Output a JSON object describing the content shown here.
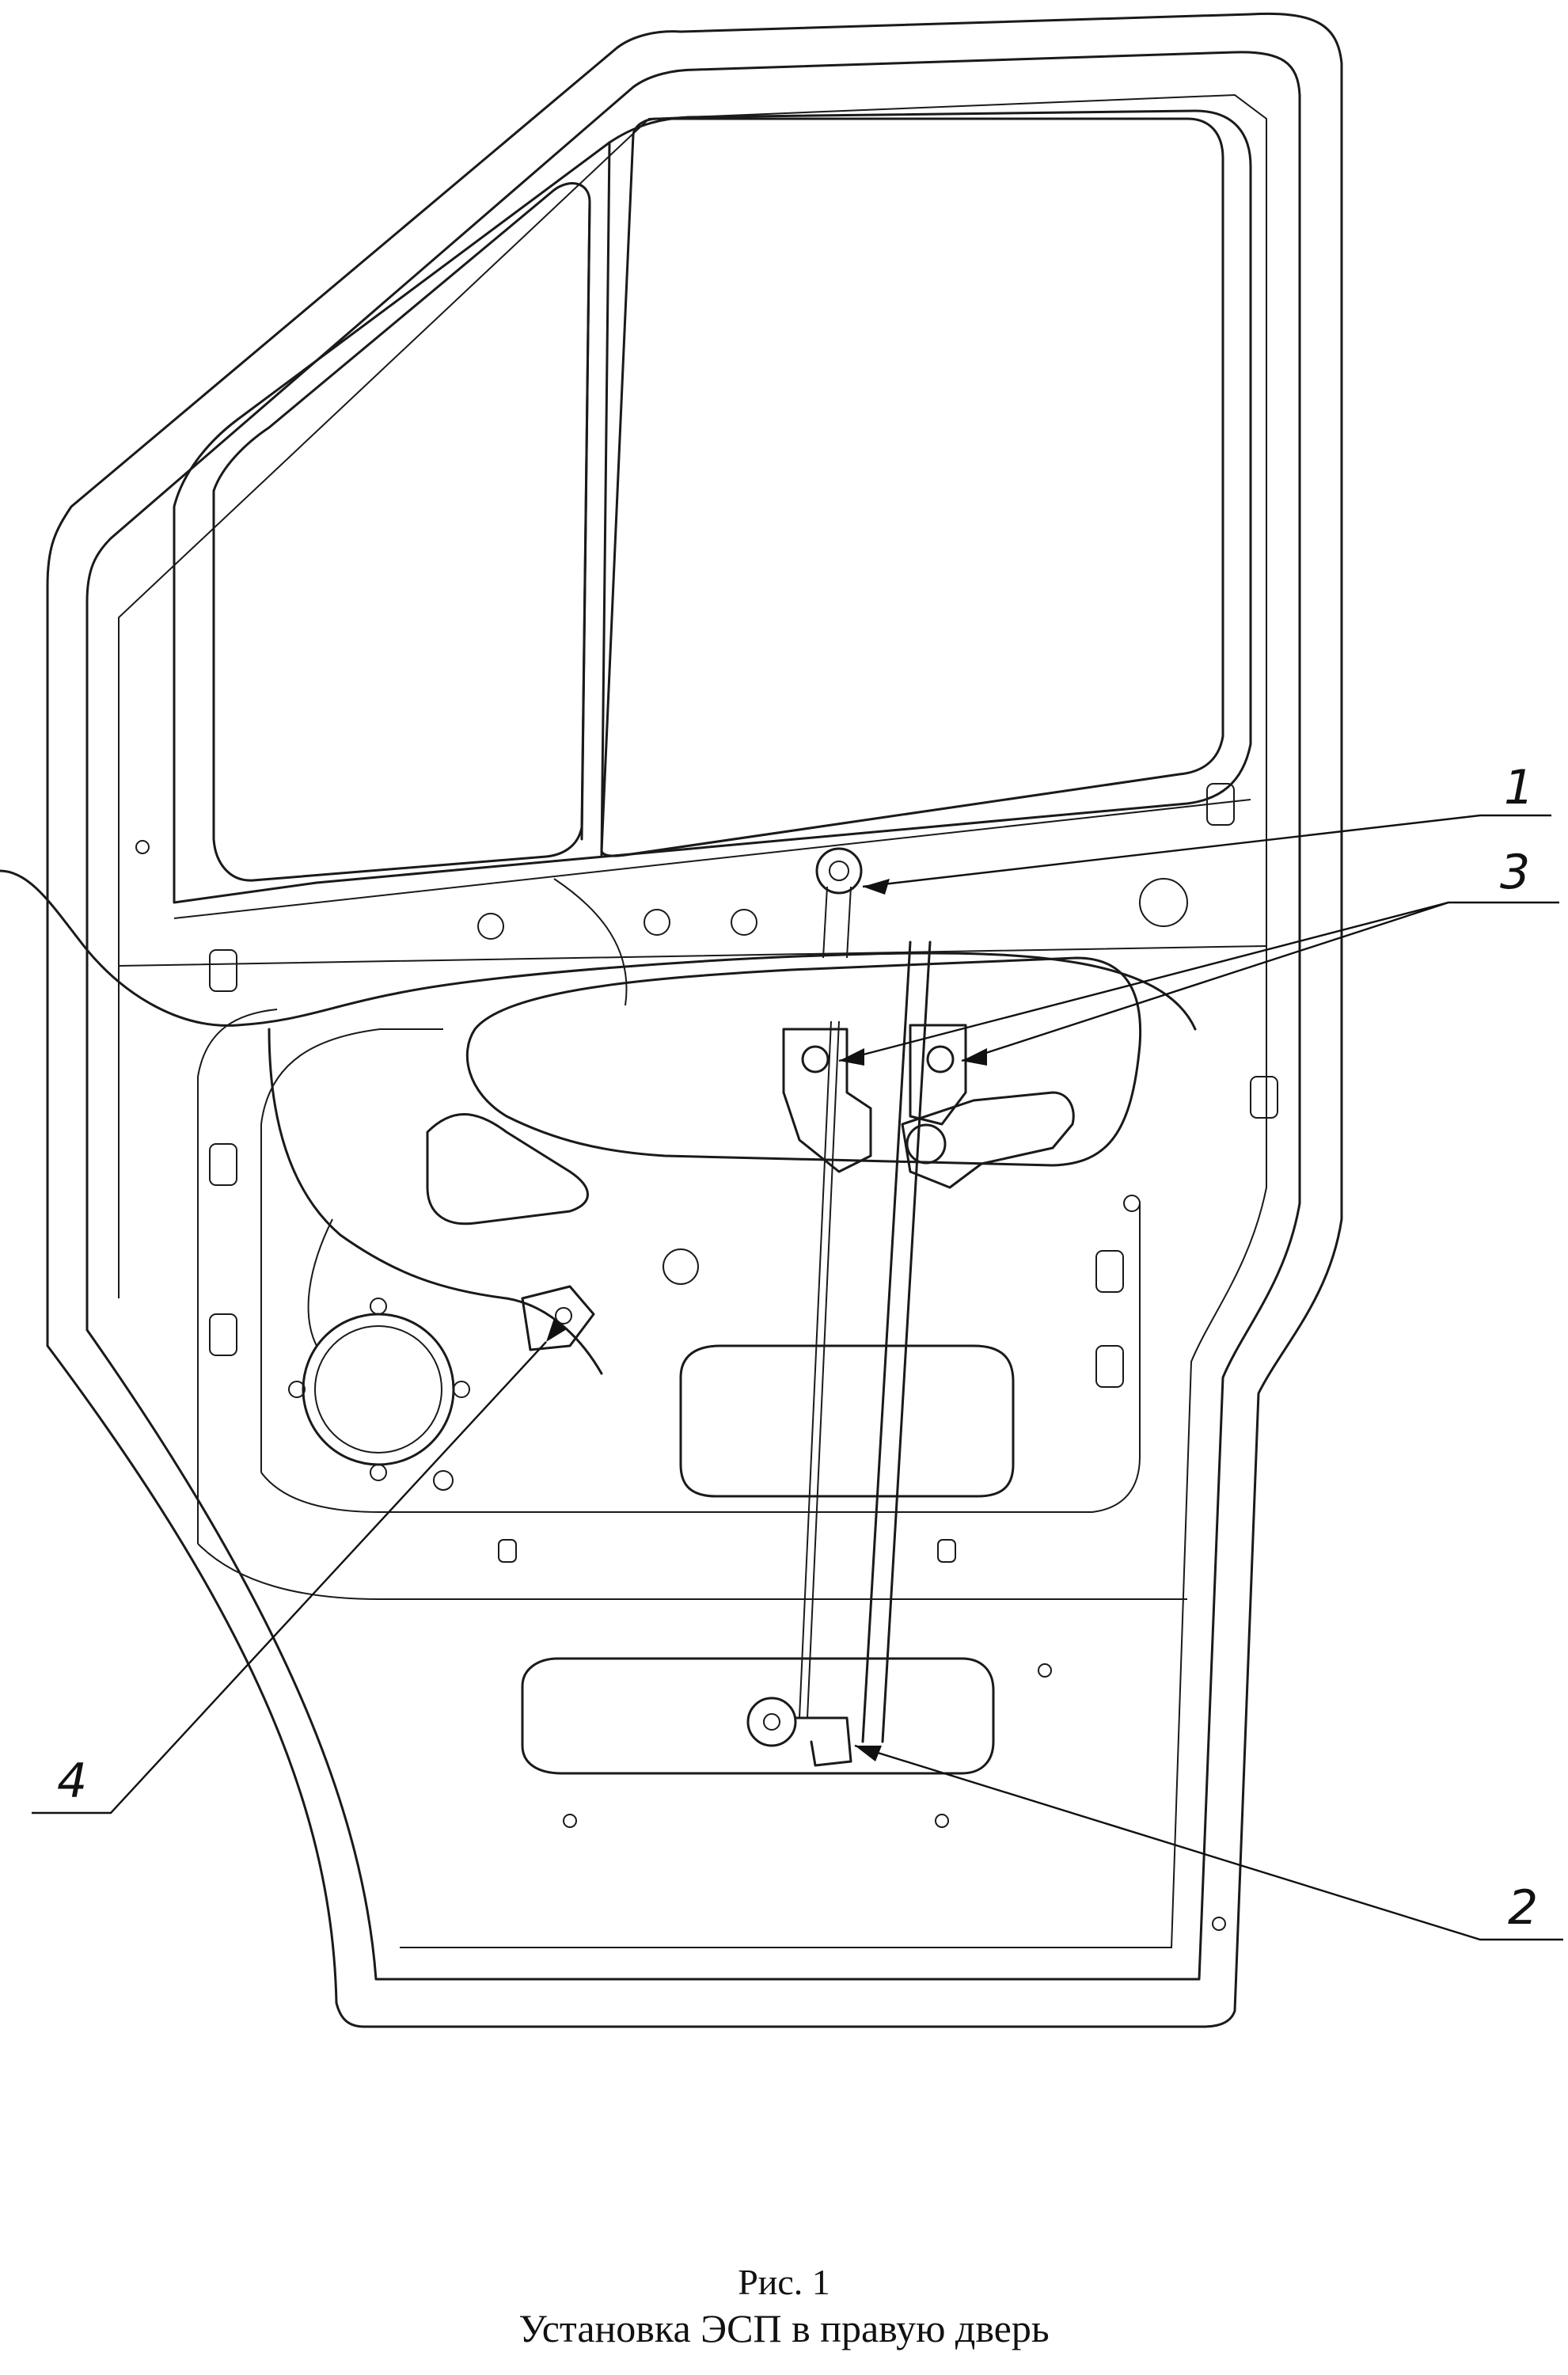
{
  "callouts": [
    {
      "id": "1",
      "label": "1"
    },
    {
      "id": "2",
      "label": "2"
    },
    {
      "id": "3",
      "label": "3"
    },
    {
      "id": "4",
      "label": "4"
    }
  ],
  "caption": {
    "figure": "Рис. 1",
    "title": "Установка ЭСП в правую дверь"
  },
  "colors": {
    "line": "#1a1a1a",
    "background": "#ffffff"
  }
}
